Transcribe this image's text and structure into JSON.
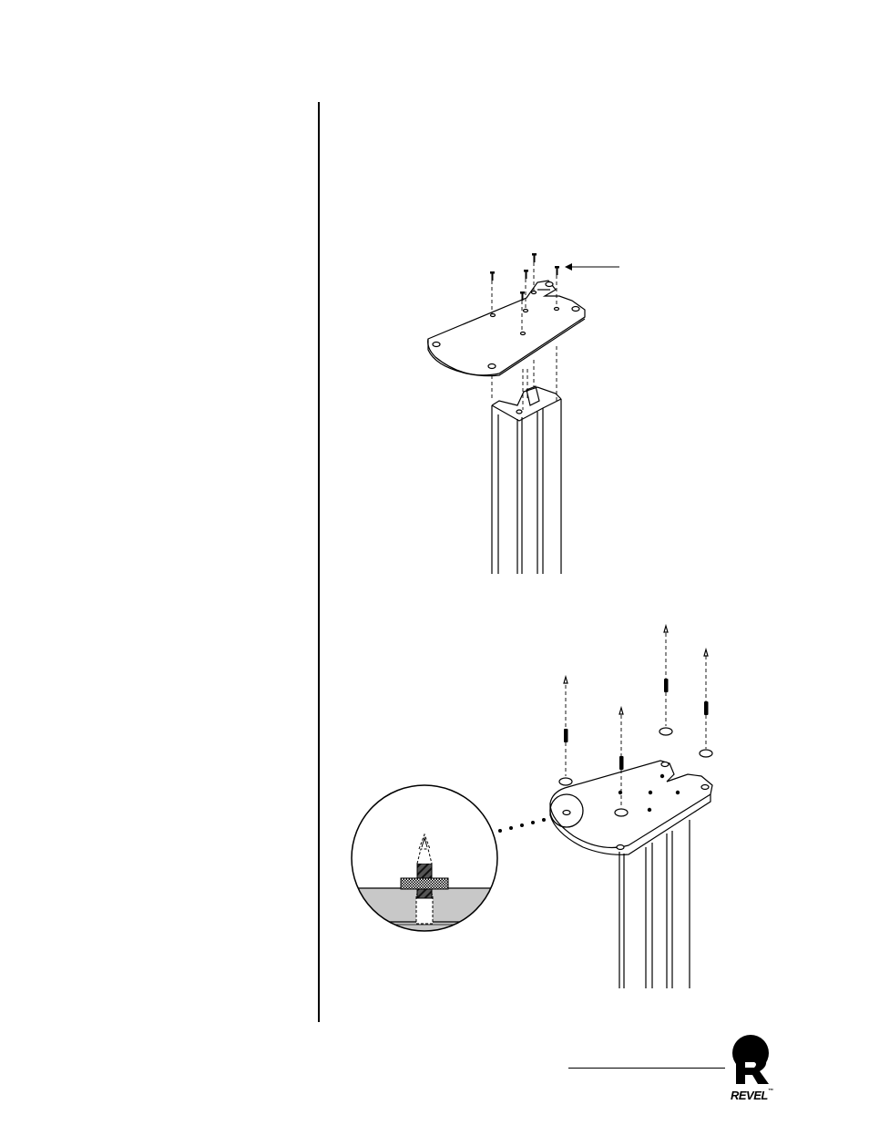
{
  "brand": {
    "name": "REVEL",
    "mark": "™"
  },
  "figures": [
    {
      "id": "top-plate-assembly",
      "icon": "exploded-view"
    },
    {
      "id": "base-spike-assembly",
      "icon": "exploded-view"
    }
  ]
}
